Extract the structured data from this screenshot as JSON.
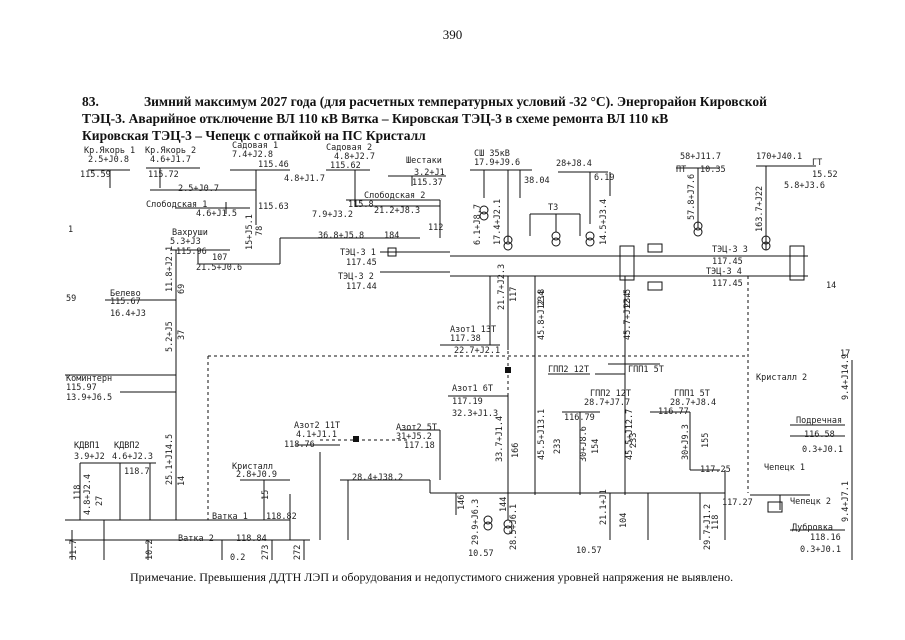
{
  "page_number": "390",
  "heading": {
    "number": "83.",
    "line1": "Зимний максимум 2027 года (для расчетных температурных условий -32 °С). Энергорайон Кировской",
    "line2": "ТЭЦ-3. Аварийное отключение ВЛ 110 кВ Вятка – Кировская ТЭЦ-3 в схеме ремонта ВЛ 110 кВ",
    "line3": "Кировская ТЭЦ-3 – Чепецк с отпайкой на ПС Кристалл"
  },
  "note": "Примечание. Превышения ДДТН ЛЭП и оборудования и недопустимого снижения уровней напряжения не выявлено.",
  "nodes": {
    "kr_yakor1": {
      "name": "Кр.Якорь 1",
      "load": "2.5+J0.8",
      "voltage": "115.59"
    },
    "kr_yakor2": {
      "name": "Кр.Якорь 2",
      "load": "4.6+J1.7",
      "voltage": "115.72"
    },
    "sadovaya1": {
      "name": "Садовая 1",
      "load": "7.4+J2.8",
      "voltage": "115.46"
    },
    "sadovaya2": {
      "name": "Садовая 2",
      "load": "4.8+J2.7",
      "voltage": "115.62"
    },
    "shestaki": {
      "name": "Шестаки",
      "load": "3.2+J1",
      "voltage": "115.37"
    },
    "ssh35": {
      "name": "СШ 35кВ",
      "load": "17.9+J9.6",
      "voltage": "38.04"
    },
    "t3": {
      "name": "Т3"
    },
    "tec_load_28": {
      "load": "28+J8.4",
      "voltage": "6.19"
    },
    "pt": {
      "name": "ПТ",
      "load": "58+J11.7",
      "voltage": "10.35"
    },
    "gt": {
      "name": "ГТ",
      "load": "170+J40.1",
      "voltage": "15.52",
      "load2": "5.8+J3.6"
    },
    "slobodskaya1": {
      "name": "Слободская 1",
      "load": "4.6+J1.5",
      "voltage": "115.63"
    },
    "slobodskaya2": {
      "name": "Слободская 2",
      "voltage": "115.8",
      "load": "7.9+J3.2"
    },
    "vahrushi": {
      "name": "Вахруши",
      "load": "5.3+J3",
      "voltage": "115.96"
    },
    "tec3_1": {
      "name": "ТЭЦ-3 1",
      "voltage": "117.45"
    },
    "tec3_2": {
      "name": "ТЭЦ-3 2",
      "voltage": "117.44"
    },
    "tec3_3": {
      "name": "ТЭЦ-3 3",
      "voltage": "117.45"
    },
    "tec3_4": {
      "name": "ТЭЦ-3 4",
      "voltage": "117.45"
    },
    "belevo": {
      "name": "Белево",
      "voltage": "115.67",
      "load": "16.4+J3"
    },
    "azot1_13t": {
      "name": "Азот1 13Т",
      "voltage": "117.38",
      "load": "22.7+J2.1"
    },
    "azot1_6t": {
      "name": "Азот1 6Т",
      "voltage": "117.19",
      "load": "32.3+J1.3"
    },
    "gpp2_12t_top": {
      "name": "ГПП2 12Т"
    },
    "gpp1_5t_top": {
      "name": "ГПП1 5Т"
    },
    "gpp2_12t": {
      "name": "ГПП2 12Т",
      "load": "28.7+J7.7",
      "voltage": "116.79"
    },
    "gpp1_5t": {
      "name": "ГПП1 5Т",
      "load": "28.7+J8.4",
      "voltage": "116.77"
    },
    "kominterm": {
      "name": "Коминтерн",
      "voltage": "115.97",
      "load": "13.9+J6.5"
    },
    "kristall2": {
      "name": "Кристалл 2"
    },
    "podrechnaya": {
      "name": "Подречная",
      "voltage": "116.58",
      "load": "0.3+J0.1"
    },
    "kdvp1": {
      "name": "КДВП1",
      "load": "3.9+J2"
    },
    "kdvp2": {
      "name": "КДВП2",
      "load": "4.6+J2.3",
      "voltage": "118.7"
    },
    "azot2_11t": {
      "name": "Азот2 11Т",
      "load": "4.1+J1.1",
      "voltage": "118.76"
    },
    "azot2_5t": {
      "name": "Азот2 5Т",
      "load": "31+J5.2",
      "voltage": "117.18"
    },
    "kristall": {
      "name": "Кристалл",
      "load": "2.8+J0.9"
    },
    "vyatka1": {
      "name": "Ватка 1",
      "voltage": "118.82"
    },
    "vyatka2": {
      "name": "Ватка 2",
      "voltage": "118.84"
    },
    "chepetsk1": {
      "name": "Чепецк 1",
      "voltage": "117.25"
    },
    "chepetsk2": {
      "name": "Чепецк 2",
      "voltage": "117.27"
    },
    "dubrovka": {
      "name": "Дубровка",
      "voltage": "118.16",
      "load": "0.3+J0.1"
    }
  },
  "flows": {
    "f1": "2.5+J0.7",
    "f2": "4.8+J1.7",
    "f3": "21.2+J8.3",
    "f4": "36.8+J5.8",
    "f5": "21.5+J0.6",
    "f6": "28.4+J38.2",
    "f7": "45.5+J13.1",
    "f8": "45.8+J12.8",
    "f9": "45.7+J12.5",
    "f10": "45.5+J12.7",
    "f11": "21.7+J2.3",
    "f12": "33.7+J1.4",
    "f13": "29.9+J6.3",
    "f14": "28.5+J6.1",
    "f15": "21.1+J1",
    "f16": "29.7+J1.2",
    "f17": "30+J9.3",
    "f18": "30+J8.6",
    "f19": "6.1+J8.7",
    "f20": "17.4+J2.1",
    "f21": "14.5+J3.4",
    "f22": "57.8+J7.6",
    "f23": "163.7+J22",
    "f24": "25.1+J14.5",
    "f25": "4.8+J2.4",
    "f26": "11.8+J2.1",
    "f27": "15+J5.1",
    "f28": "5.2+J5",
    "f29": "9.4+J7.1",
    "f30": "9.4+J14.9"
  },
  "currents": {
    "c1": "78",
    "c2": "112",
    "c3": "184",
    "c4": "107",
    "c5": "69",
    "c6": "37",
    "c7": "117",
    "c8": "234",
    "c9": "234",
    "c10": "166",
    "c11": "233",
    "c12": "154",
    "c13": "155",
    "c14": "233",
    "c15": "118",
    "c16": "27",
    "c17": "144",
    "c18": "15",
    "c19": "146",
    "c20": "144",
    "c21": "104",
    "c22": "118",
    "c23": "59",
    "c24": "14",
    "c25": "10.57",
    "c26": "10.57",
    "c27": "10.2",
    "c28": "J1.7",
    "c29": "273",
    "c30": "272",
    "c31": "1",
    "c32": "14",
    "c33": "0.2",
    "c34": "17"
  }
}
